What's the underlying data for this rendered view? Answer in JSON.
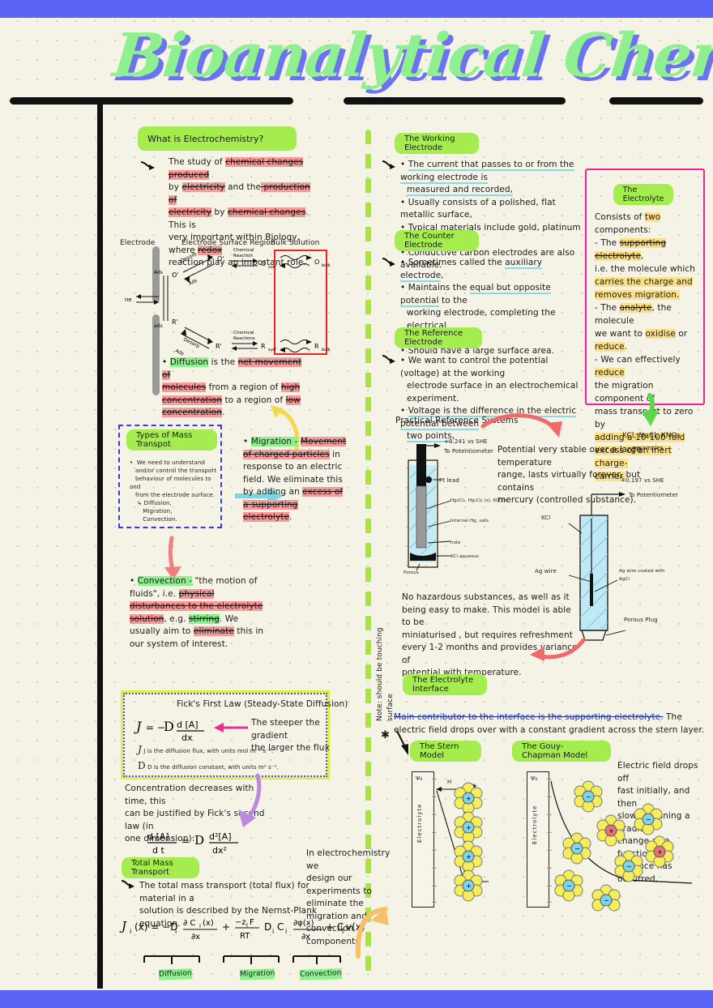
{
  "title": {
    "text": "Bioanalytical Chemistry"
  },
  "left_column": {
    "s1": {
      "heading": "What is Electrochemistry?",
      "body_lines": [
        "The study of chemical changes produced",
        "by electricity and the production of",
        "electricity by chemical changes. This is",
        "very important within Biology, where redox",
        "reaction play an important role."
      ]
    },
    "diagram1": {
      "label_electrode": "Electrode",
      "label_surface": "Electrode Surface Region",
      "label_bulk": "Bulk Solution",
      "species": [
        "O'",
        "O'",
        "O surf",
        "O bulk",
        "R'",
        "R'",
        "R surf",
        "R bulk"
      ],
      "arrow_labels": [
        "Desorb",
        "Ads",
        "Chemical Reaction",
        "Chemical Reactions",
        "Desorp",
        "Ads",
        "Ads",
        "ads",
        "ne"
      ]
    },
    "diffusion": {
      "term": "Diffusion",
      "body": "is the net movement of molecules from a region of high concentration to a region of low concentration."
    },
    "mass_transport": {
      "heading": "Types of Mass Transpot",
      "note_lines": [
        "We need to understand",
        "and/or control the transport",
        "behaviour of molecules to and",
        "from the electrode surface.",
        "Diffusion,",
        "Migration,",
        "Convection."
      ]
    },
    "migration": {
      "term": "Migration -",
      "body": "Movement of charged particles in response to an electric field. We eliminate this by adding an excess of a supporting electrolyte."
    },
    "convection": {
      "term": "Convection -",
      "body": "\"the motion of fluids\", i.e. physical disturbances to the electrolyte solution, e.g. stirring. We usually aim to eliminate this in our system of interest."
    },
    "ficks": {
      "heading": "Fick's First Law (Steady-State Diffusion)",
      "equation": "J = -D d[A]/dx",
      "annotation_lines": [
        "The steeper the gradient",
        "the larger the flux"
      ],
      "def_j": "J is the diffusion flux, with units  mol m⁻² s⁻¹.",
      "def_d": "D is the diffusion constant, with units  m² s⁻¹."
    },
    "second_law": {
      "body_lines": [
        "Concentration decreases with time, this",
        "can be justified by Fick's second law (in",
        "one dimension):"
      ],
      "equation": "d[A]/dt = D d²[A]/dx²"
    },
    "total": {
      "heading": "Total Mass Transport",
      "body_lines": [
        "The total mass transport (total flux) for material in a",
        "solution is described by the Nernst-Plank equation."
      ],
      "equation": "J i (x) = -D i ∂C i (x)/∂x  +  (-z i F / RT) D i C i ∂φ(x)/∂x  +  C i v(x)",
      "brace_labels": [
        "Diffusion",
        "Migration",
        "Convection"
      ]
    },
    "closing_note_lines": [
      "In electrochemistry we",
      "design our experiments to",
      "eliminate the migration and",
      "convection components"
    ]
  },
  "right_column": {
    "working": {
      "heading": "The Working Electrode",
      "bullets": [
        "The current that passes to or from the working electrode is measured and recorded,",
        "Usually consists of a polished, flat metallic surface,",
        "Typical materials include gold, platinum or silver,",
        "Conductive carbon electrodes are also available."
      ]
    },
    "counter": {
      "heading": "The Counter Electrode",
      "bullets": [
        "Sometimes called the auxiliary electrode,",
        "Maintains the equal but opposite potential to the working electrode, completing the electrical circuit,",
        "Should have a large surface area."
      ]
    },
    "reference": {
      "heading": "The Reference Electrode",
      "bullets": [
        "We want to control the potential (voltage) at the working electrode surface in an electrochemical experiment.",
        "Voltage is the difference in the electric potential between two points,"
      ]
    },
    "electrolyte": {
      "heading": "The Electrolyte",
      "body_lines": [
        "Consists of two",
        "components:",
        "- The supporting electrolyte,",
        "i.e. the molecule which",
        "carries the charge and",
        "removes migration.",
        "- The analyte, the molecule",
        "we want to oxidise or",
        "reduce.",
        "- We can effectively reduce",
        "the migration component of",
        "mass transport to zero by",
        "adding a 10-100 fold",
        "excess of an inert charge-",
        "carrier."
      ],
      "examples": "KCl, NaCl, KNO₃",
      "examples_sub": "examples"
    },
    "practical": {
      "heading": "Practical Reference Systems",
      "calomel": {
        "potential": "+0.241 vs SHE",
        "to_potentiometer": "To Potentiometer",
        "labels": [
          "Pt lead",
          "Hg₂Cl₂, Hg₂Cl₂ (s), KCl (s)",
          "Internal Hg, sats",
          "hole",
          "KCl aqueous",
          "Porous"
        ],
        "text_lines": [
          "Potential very stable over a large temperature",
          "range, lasts virtually forever, but contains",
          "mercury (controlled substance)."
        ]
      },
      "agcl": {
        "potential": "+0.197 vs SHE",
        "to_potentiometer": "To Potentiometer",
        "labels": [
          "KCl",
          "Ag wire",
          "Ag wire coated with AgCl",
          "Porous Plug"
        ],
        "text_lines": [
          "No hazardous substances, as well as it",
          "being easy to make. This model is able to be",
          "miniaturised , but requires refreshment",
          "every 1-2 months and provides variance of",
          "potential with temperature."
        ]
      }
    },
    "interface": {
      "heading": "The Electrolyte Interface",
      "intro_struck": "Main contributor to the interface is the supporting electrolyte.",
      "intro_rest": " The electric field drops over with a constant gradient across the stern layer.",
      "stern": {
        "heading": "The Stern Model",
        "axis_label": "Electrolyte",
        "psi": "Ψ₀",
        "h": "H"
      },
      "gouy": {
        "heading": "The Gouy-Chapman Model",
        "axis_label": "Electrolyte",
        "psi": "Ψ₀"
      },
      "side_note_lines": [
        "Electric field drops off",
        "fast initially, and then",
        "slows meaning a gradient",
        "change as a function of",
        "distance has occurred."
      ],
      "margin_note": "Note: should be touching surface"
    }
  },
  "colors": {
    "paper": "#f5f2e6",
    "band": "#5b63f5",
    "pill": "#a5ec4f",
    "title_green": "#8ef08e",
    "title_blue": "#6b73f0",
    "red_box": "#ee2222",
    "pink_box": "#f0209a"
  }
}
